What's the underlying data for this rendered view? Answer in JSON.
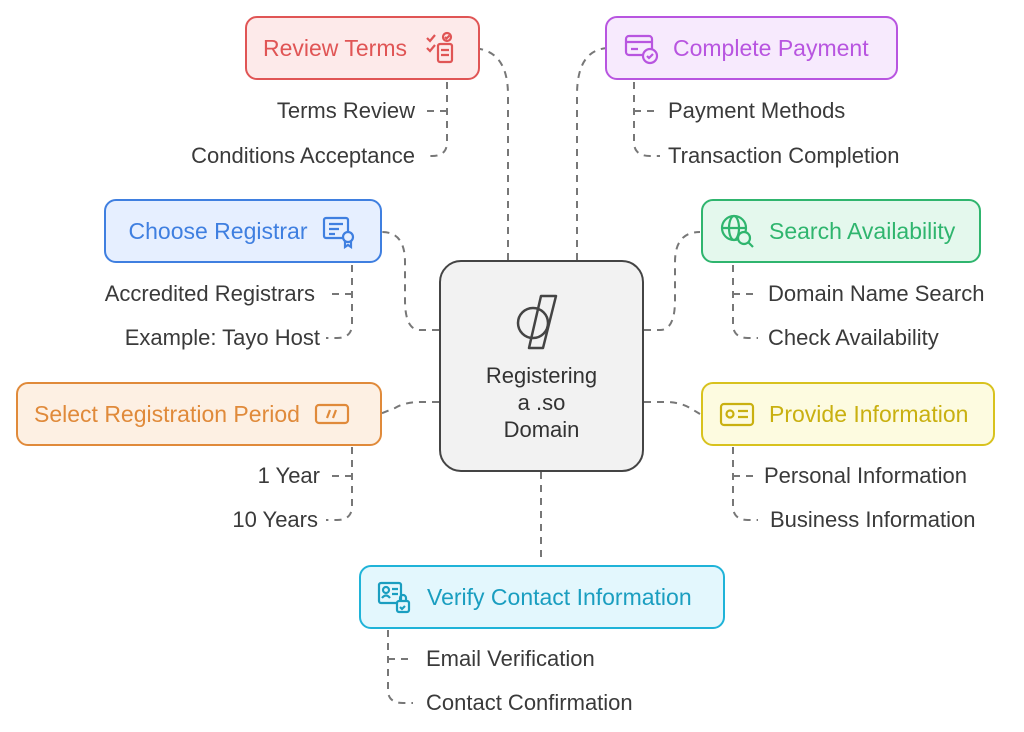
{
  "center": {
    "lines": [
      "Registering",
      "a .so",
      "Domain"
    ],
    "icon": "pen-icon"
  },
  "branches": [
    {
      "id": "review-terms",
      "label": "Review Terms",
      "icon": "checklist-icon",
      "color": "#e05555",
      "fill": "#fdeaea",
      "items": [
        "Terms Review",
        "Conditions Acceptance"
      ]
    },
    {
      "id": "complete-payment",
      "label": "Complete Payment",
      "icon": "credit-card-icon",
      "color": "#b855e0",
      "fill": "#f7eafd",
      "items": [
        "Payment Methods",
        "Transaction Completion"
      ]
    },
    {
      "id": "choose-registrar",
      "label": "Choose Registrar",
      "icon": "certificate-icon",
      "color": "#3f7fe0",
      "fill": "#e6efff",
      "items": [
        "Accredited Registrars",
        "Example: Tayo Host"
      ]
    },
    {
      "id": "search-availability",
      "label": "Search Availability",
      "icon": "globe-search-icon",
      "color": "#2fb56e",
      "fill": "#e4f8ed",
      "items": [
        "Domain Name Search",
        "Check Availability"
      ]
    },
    {
      "id": "select-registration-period",
      "label": "Select Registration Period",
      "icon": "calendar-icon",
      "color": "#e08a3a",
      "fill": "#fdf0e3",
      "items": [
        "1 Year",
        "10 Years"
      ]
    },
    {
      "id": "provide-information",
      "label": "Provide Information",
      "icon": "id-card-icon",
      "color": "#d8c21e",
      "fill": "#fdfbe0",
      "items": [
        "Personal Information",
        "Business Information"
      ]
    },
    {
      "id": "verify-contact-information",
      "label": "Verify Contact Information",
      "icon": "contact-lock-icon",
      "color": "#1fb3d8",
      "fill": "#e3f7fd",
      "items": [
        "Email Verification",
        "Contact Confirmation"
      ]
    }
  ]
}
